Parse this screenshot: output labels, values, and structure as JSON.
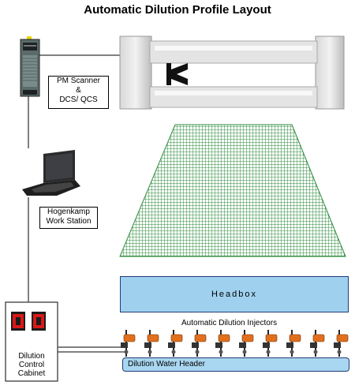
{
  "title": "Automatic Dilution Profile Layout",
  "labels": {
    "pm_scanner": [
      "PM Scanner",
      "&",
      "DCS/ QCS"
    ],
    "workstation": [
      "Hogenkamp",
      "Work Station"
    ],
    "cabinet": [
      "Dilution",
      "Control",
      "Cabinet"
    ],
    "headbox": "Headbox",
    "injectors": "Automatic Dilution Injectors",
    "water_header": "Dilution Water Header"
  },
  "injector_count": 10,
  "colors": {
    "headbox_fill": "#9fd1ee",
    "wire_grid": "#2e8b3c",
    "injector_orange": "#e0701e",
    "cabinet_red": "#d81818"
  }
}
